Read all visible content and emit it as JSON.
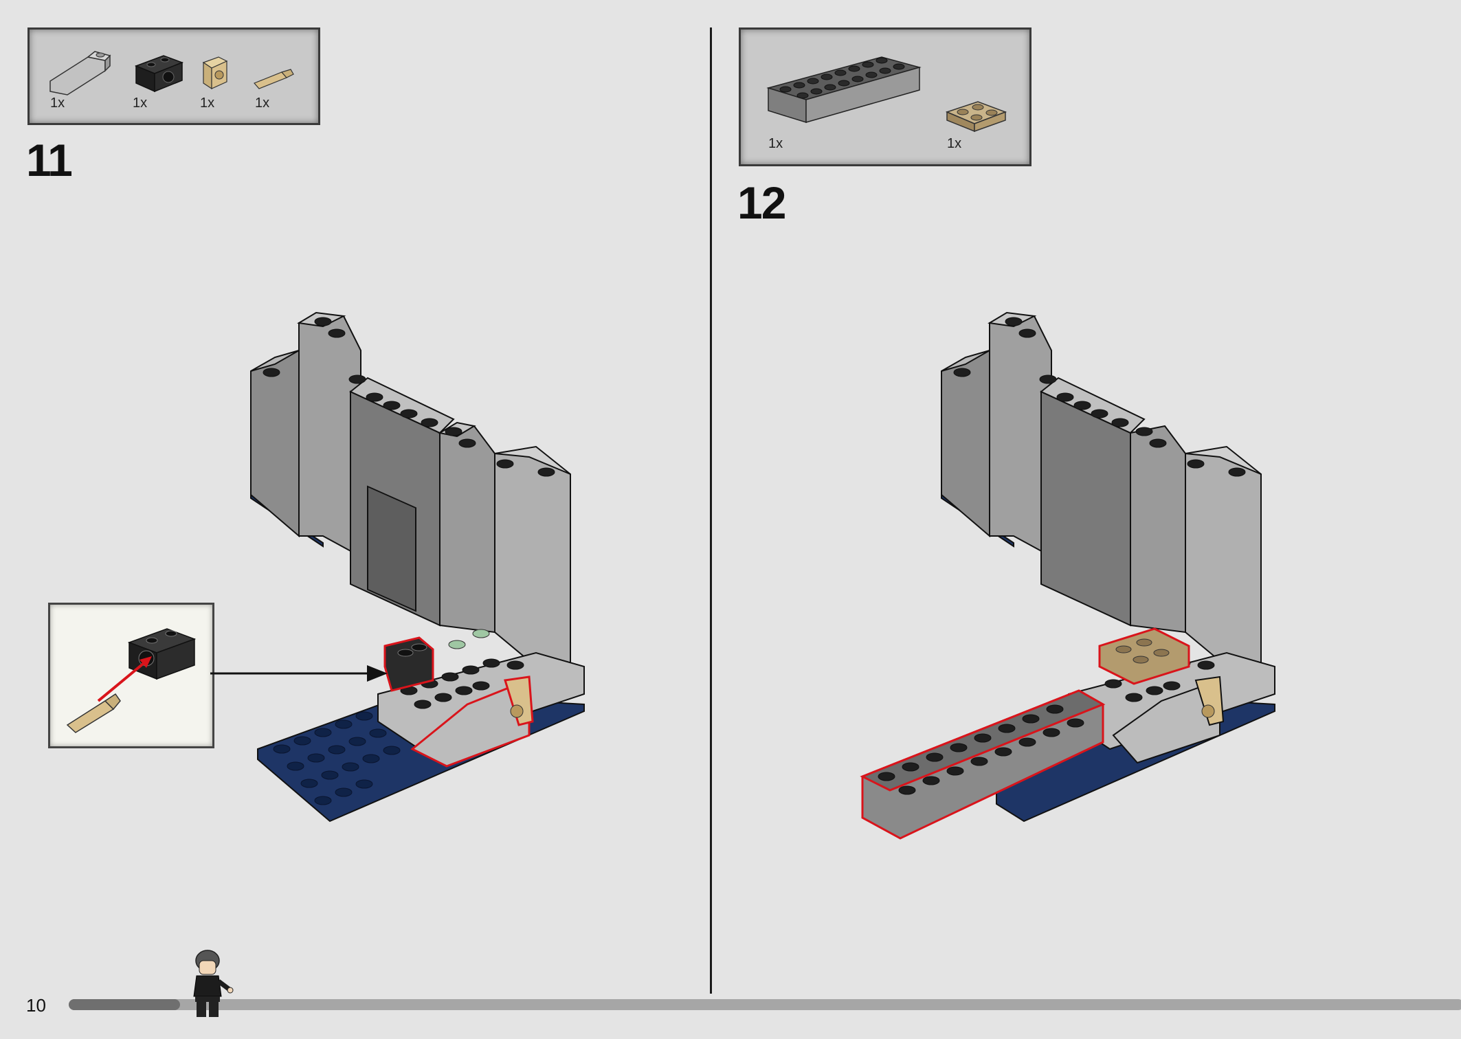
{
  "page": {
    "number": "10",
    "progress": 0.08
  },
  "steps": [
    {
      "number": "11",
      "parts": [
        {
          "name": "light-gray-slope-brick",
          "qty": "1x",
          "color": "#b5b5b5"
        },
        {
          "name": "black-technic-brick",
          "qty": "1x",
          "color": "#2a2a2a"
        },
        {
          "name": "tan-bracket-plate",
          "qty": "1x",
          "color": "#d9c08c"
        },
        {
          "name": "tan-pin",
          "qty": "1x",
          "color": "#d9c08c"
        }
      ]
    },
    {
      "number": "12",
      "parts": [
        {
          "name": "dark-gray-brick-2x8",
          "qty": "1x",
          "color": "#8a8a8a"
        },
        {
          "name": "tan-plate-2x2",
          "qty": "1x",
          "color": "#b9a27a"
        }
      ]
    }
  ],
  "colors": {
    "background": "#e4e4e4",
    "highlight": "#d9141b",
    "baseplate": "#1e3566",
    "wall": "#8c8c8c"
  }
}
